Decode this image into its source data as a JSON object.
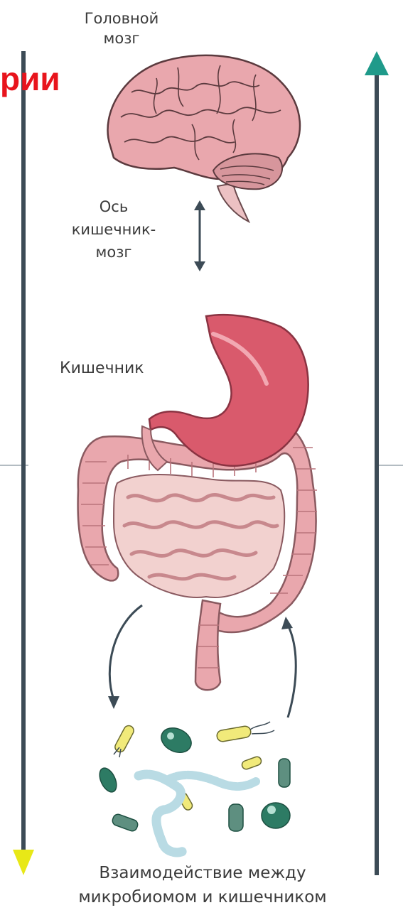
{
  "labels": {
    "corner_text": "рии",
    "brain": [
      "Головной",
      "мозг"
    ],
    "axis": [
      "Ось",
      "кишечник-",
      "мозг"
    ],
    "gut": "Кишечник",
    "bottom": [
      "Взаимодействие между",
      "микробиомом и кишечником"
    ]
  },
  "colors": {
    "down_arrow_head": "#e8e817",
    "up_arrow_head": "#1f9a8a",
    "arrow_line": "#3c4b56",
    "organ_pink": "#e9a7ad",
    "stomach": "#d95a6c",
    "bacteria_green": "#2d7b64",
    "bacteria_yellow": "#f1ea7a",
    "bacteria_blue": "#b9dbe4",
    "red_text": "#e8141c"
  },
  "icons": [
    "brain-icon",
    "stomach-icon",
    "small-intestine-icon",
    "large-intestine-icon",
    "bacteria-icon"
  ]
}
